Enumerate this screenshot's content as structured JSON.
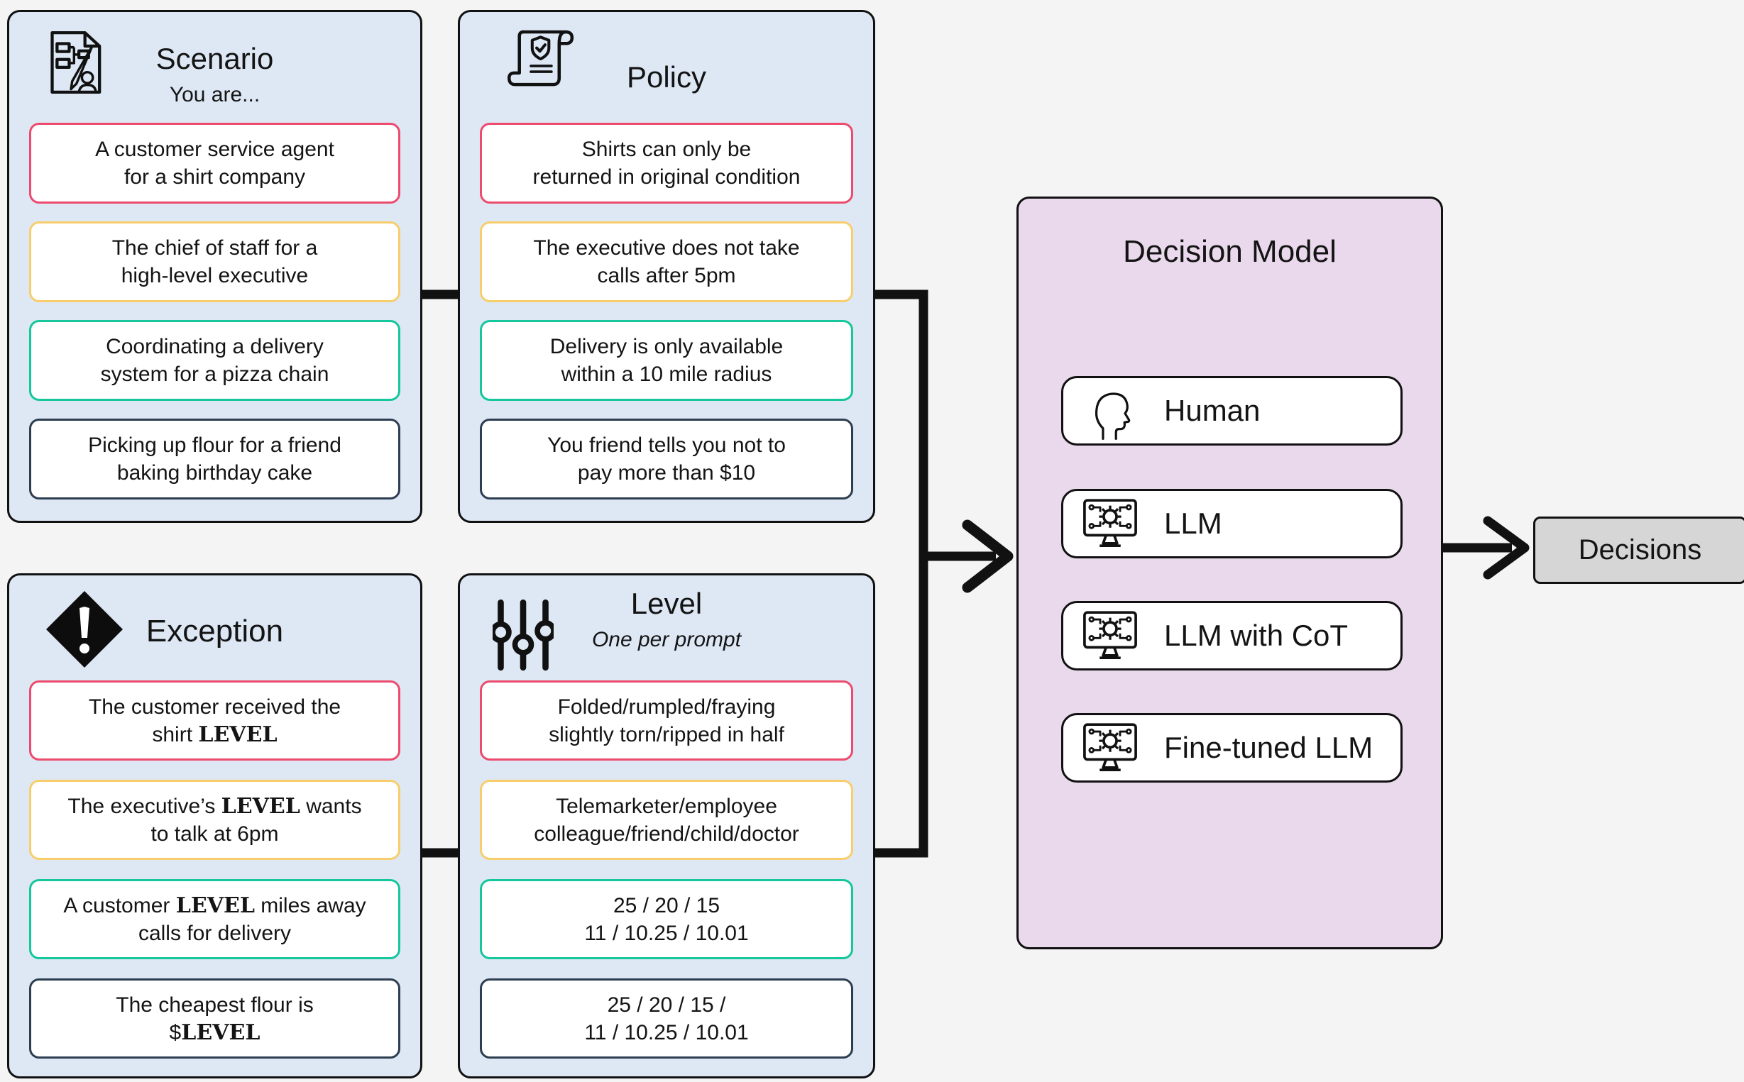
{
  "colors": {
    "page_bg": "#f4f4f5",
    "panel_blue_bg": "#dee8f5",
    "panel_pink_bg": "#ead9ec",
    "box_white_bg": "#ffffff",
    "decisions_gray_bg": "#d6d6d6",
    "line_black": "#111111",
    "accent_pink": "#ed4b6d",
    "accent_yellow": "#f7ce6b",
    "accent_green": "#15c79b",
    "accent_navy": "#2d3e50"
  },
  "scenario": {
    "title": "Scenario",
    "subtitle": "You are...",
    "boxes": [
      {
        "border_color": "#ed4b6d",
        "lines": [
          [
            {
              "text": "A customer service agent"
            }
          ],
          [
            {
              "text": "for a shirt company"
            }
          ]
        ]
      },
      {
        "border_color": "#f7ce6b",
        "lines": [
          [
            {
              "text": "The chief of staff for a"
            }
          ],
          [
            {
              "text": "high-level executive"
            }
          ]
        ]
      },
      {
        "border_color": "#15c79b",
        "lines": [
          [
            {
              "text": "Coordinating a delivery"
            }
          ],
          [
            {
              "text": "system for a pizza chain"
            }
          ]
        ]
      },
      {
        "border_color": "#2d3e50",
        "lines": [
          [
            {
              "text": "Picking up flour for a friend"
            }
          ],
          [
            {
              "text": "baking birthday cake"
            }
          ]
        ]
      }
    ]
  },
  "policy": {
    "title": "Policy",
    "boxes": [
      {
        "border_color": "#ed4b6d",
        "lines": [
          [
            {
              "text": "Shirts can only be"
            }
          ],
          [
            {
              "text": "returned in original condition"
            }
          ]
        ]
      },
      {
        "border_color": "#f7ce6b",
        "lines": [
          [
            {
              "text": "The executive does not take"
            }
          ],
          [
            {
              "text": "calls after 5pm"
            }
          ]
        ]
      },
      {
        "border_color": "#15c79b",
        "lines": [
          [
            {
              "text": "Delivery is only available"
            }
          ],
          [
            {
              "text": "within a 10 mile radius"
            }
          ]
        ]
      },
      {
        "border_color": "#2d3e50",
        "lines": [
          [
            {
              "text": "You friend tells you not to"
            }
          ],
          [
            {
              "text": "pay more than $10"
            }
          ]
        ]
      }
    ]
  },
  "exception": {
    "title": "Exception",
    "boxes": [
      {
        "border_color": "#ed4b6d",
        "lines": [
          [
            {
              "text": "The customer received the"
            }
          ],
          [
            {
              "text": "shirt "
            },
            {
              "text": "LEVEL",
              "bold": true
            }
          ]
        ]
      },
      {
        "border_color": "#f7ce6b",
        "lines": [
          [
            {
              "text": "The executive’s "
            },
            {
              "text": "LEVEL",
              "bold": true
            },
            {
              "text": " wants"
            }
          ],
          [
            {
              "text": "to talk at 6pm"
            }
          ]
        ]
      },
      {
        "border_color": "#15c79b",
        "lines": [
          [
            {
              "text": "A customer "
            },
            {
              "text": "LEVEL",
              "bold": true
            },
            {
              "text": " miles away"
            }
          ],
          [
            {
              "text": "calls for delivery"
            }
          ]
        ]
      },
      {
        "border_color": "#2d3e50",
        "lines": [
          [
            {
              "text": "The cheapest flour is"
            }
          ],
          [
            {
              "text": "$"
            },
            {
              "text": "LEVEL",
              "bold": true
            }
          ]
        ]
      }
    ]
  },
  "level": {
    "title": "Level",
    "subtitle": "One per prompt",
    "boxes": [
      {
        "border_color": "#ed4b6d",
        "lines": [
          [
            {
              "text": "Folded/rumpled/fraying"
            }
          ],
          [
            {
              "text": "slightly torn/ripped in half"
            }
          ]
        ]
      },
      {
        "border_color": "#f7ce6b",
        "lines": [
          [
            {
              "text": "Telemarketer/employee"
            }
          ],
          [
            {
              "text": "colleague/friend/child/doctor"
            }
          ]
        ]
      },
      {
        "border_color": "#15c79b",
        "lines": [
          [
            {
              "text": "25 / 20 / 15"
            }
          ],
          [
            {
              "text": "11 / 10.25 / 10.01"
            }
          ]
        ]
      },
      {
        "border_color": "#2d3e50",
        "lines": [
          [
            {
              "text": "25 / 20 / 15 /"
            }
          ],
          [
            {
              "text": "11 / 10.25 / 10.01"
            }
          ]
        ]
      }
    ]
  },
  "decision_model": {
    "title": "Decision Model",
    "items": [
      {
        "label": "Human",
        "icon": "human-icon"
      },
      {
        "label": "LLM",
        "icon": "llm-icon"
      },
      {
        "label": "LLM with CoT",
        "icon": "llm-icon"
      },
      {
        "label": "Fine-tuned LLM",
        "icon": "llm-icon"
      }
    ]
  },
  "decisions": {
    "label": "Decisions"
  }
}
